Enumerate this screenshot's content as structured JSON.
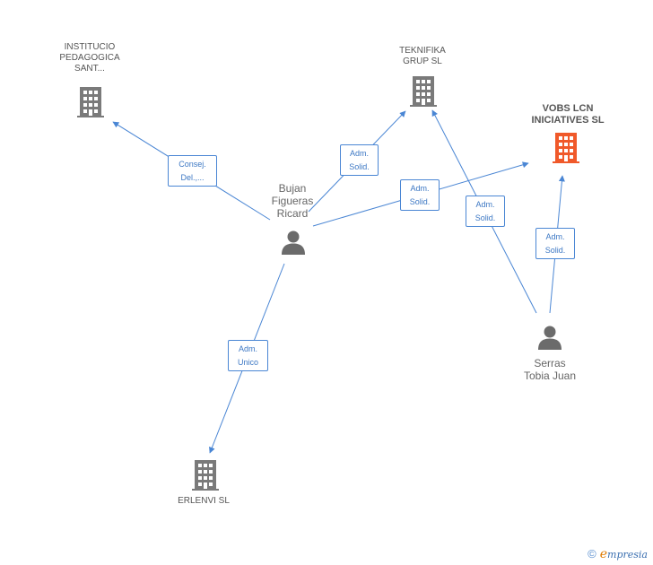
{
  "nodes": {
    "instituto": {
      "label": "INSTITUCIO\nPEDAGOGICA\nSANT..."
    },
    "teknifika": {
      "label": "TEKNIFIKA\nGRUP SL"
    },
    "vobs": {
      "label": "VOBS LCN\nINICIATIVES SL"
    },
    "erlenvi": {
      "label": "ERLENVI SL"
    },
    "bujan": {
      "label": "Bujan\nFigueras\nRicard"
    },
    "serras": {
      "label": "Serras\nTobia Juan"
    }
  },
  "edges": {
    "bujan_instituto": "Consej.\nDel.,...",
    "bujan_teknifika": "Adm.\nSolid.",
    "bujan_vobs": "Adm.\nSolid.",
    "bujan_erlenvi": "Adm.\nUnico",
    "serras_teknifika": "Adm.\nSolid.",
    "serras_vobs": "Adm.\nSolid."
  },
  "colors": {
    "company": "#7a7a7a",
    "company_highlight": "#f0592a",
    "person": "#6b6b6b",
    "edge": "#4a86d4"
  },
  "footer": {
    "copyright": "©",
    "brand_initial": "e",
    "brand_rest": "mpresia"
  }
}
